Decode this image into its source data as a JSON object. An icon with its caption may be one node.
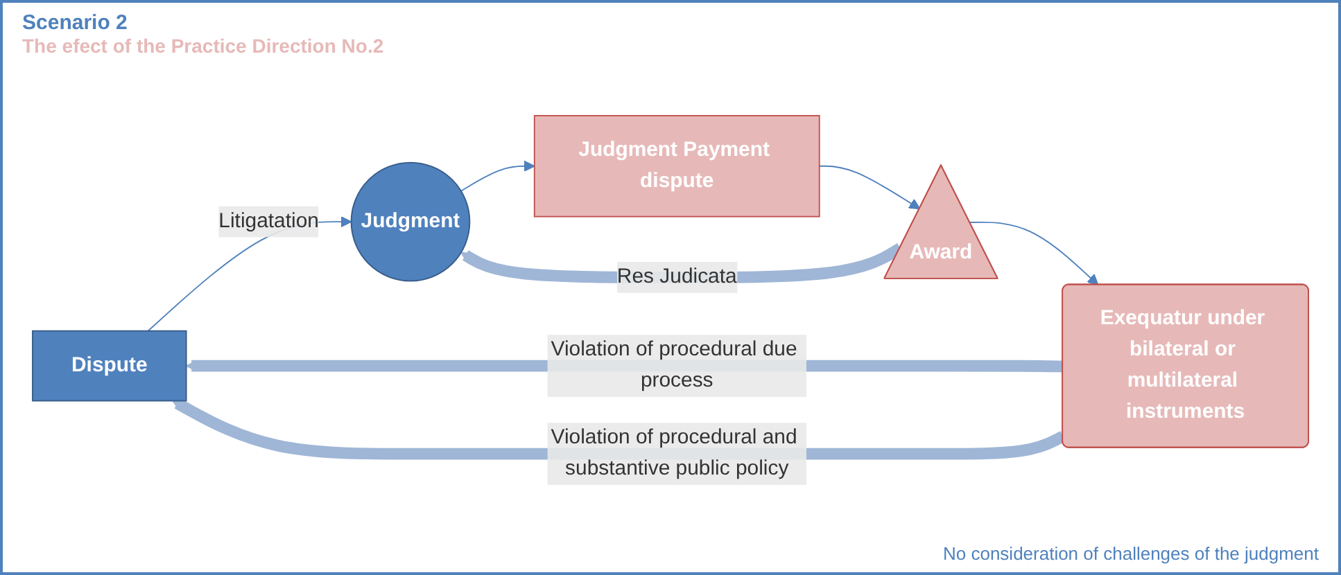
{
  "diagram": {
    "title": "Scenario 2",
    "nodes": [
      {
        "text": [
          "Dispute"
        ]
      },
      {
        "text": [
          "Judgment"
        ]
      },
      {
        "text": [
          "Judgment Payment dispute"
        ]
      },
      {
        "text": [
          "Award"
        ]
      },
      {
        "text": [
          "Exequatur under bilateral or multilateral instruments"
        ]
      }
    ],
    "edges": [
      {
        "from": 0,
        "to": 1,
        "arrow": "to",
        "label": "Litigatation"
      },
      {
        "from": 1,
        "to": 2,
        "arrow": "to"
      },
      {
        "from": 2,
        "to": 3,
        "arrow": "to"
      },
      {
        "from": 3,
        "to": 4,
        "arrow": "to"
      },
      {
        "from": 4,
        "to": 0,
        "arrow": "to",
        "label": "Violation of procedural due process",
        "style": "thick",
        "color": "#9fb6d6"
      },
      {
        "from": 4,
        "to": 0,
        "arrow": "to",
        "label": "Violation of procedural and substantive public policy",
        "style": "thick",
        "color": "#9fb6d6"
      },
      {
        "from": 3,
        "to": 1,
        "arrow": "to",
        "label": "Res Judicata",
        "style": "thick",
        "color": "#9fb6d6"
      }
    ],
    "labels": [
      "The efect of  the Practice Direction No.2",
      "No consideration of challenges of the judgment"
    ]
  }
}
